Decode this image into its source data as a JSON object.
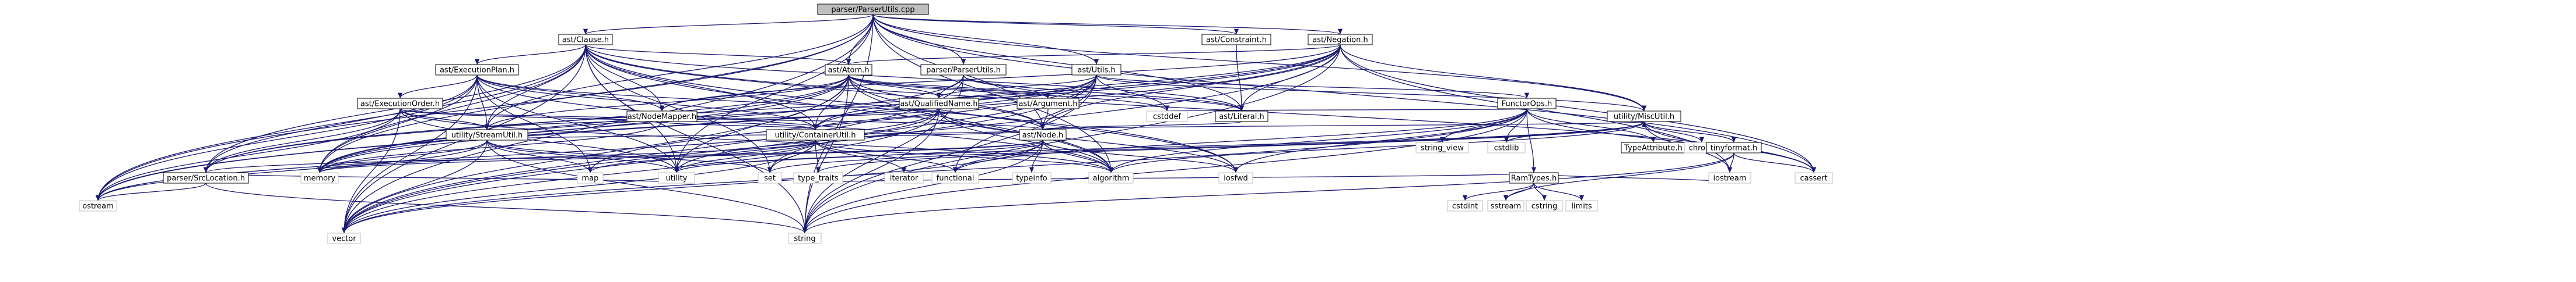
{
  "colors": {
    "root_fill": "#bfbfbf",
    "node_fill": "#ffffff",
    "node_stroke_project": "#000000",
    "node_stroke_system": "#bfbfbf",
    "edge": "#191970"
  },
  "nodes": [
    {
      "id": "root",
      "label": "parser/ParserUtils.cpp",
      "kind": "root"
    },
    {
      "id": "ast_Clause",
      "label": "ast/Clause.h",
      "kind": "project"
    },
    {
      "id": "ast_Constraint",
      "label": "ast/Constraint.h",
      "kind": "project"
    },
    {
      "id": "ast_Negation",
      "label": "ast/Negation.h",
      "kind": "project"
    },
    {
      "id": "ast_ExecutionPlan",
      "label": "ast/ExecutionPlan.h",
      "kind": "project"
    },
    {
      "id": "ast_Atom",
      "label": "ast/Atom.h",
      "kind": "project"
    },
    {
      "id": "parser_ParserUtils",
      "label": "parser/ParserUtils.h",
      "kind": "project"
    },
    {
      "id": "ast_Utils",
      "label": "ast/Utils.h",
      "kind": "project"
    },
    {
      "id": "ast_ExecutionOrder",
      "label": "ast/ExecutionOrder.h",
      "kind": "project"
    },
    {
      "id": "ast_NodeMapper",
      "label": "ast/NodeMapper.h",
      "kind": "project"
    },
    {
      "id": "ast_QualifiedName",
      "label": "ast/QualifiedName.h",
      "kind": "project"
    },
    {
      "id": "ast_Argument",
      "label": "ast/Argument.h",
      "kind": "project"
    },
    {
      "id": "cstddef",
      "label": "cstddef",
      "kind": "system"
    },
    {
      "id": "ast_Literal",
      "label": "ast/Literal.h",
      "kind": "project"
    },
    {
      "id": "FunctorOps",
      "label": "FunctorOps.h",
      "kind": "project"
    },
    {
      "id": "utility_MiscUtil",
      "label": "utility/MiscUtil.h",
      "kind": "project"
    },
    {
      "id": "utility_StreamUtil",
      "label": "utility/StreamUtil.h",
      "kind": "project"
    },
    {
      "id": "utility_ContainerUtil",
      "label": "utility/ContainerUtil.h",
      "kind": "project"
    },
    {
      "id": "ast_Node",
      "label": "ast/Node.h",
      "kind": "project"
    },
    {
      "id": "string_view",
      "label": "string_view",
      "kind": "system"
    },
    {
      "id": "cstdlib",
      "label": "cstdlib",
      "kind": "system"
    },
    {
      "id": "TypeAttribute",
      "label": "TypeAttribute.h",
      "kind": "project"
    },
    {
      "id": "chrono",
      "label": "chrono",
      "kind": "system"
    },
    {
      "id": "tinyformat",
      "label": "tinyformat.h",
      "kind": "project"
    },
    {
      "id": "RamTypes",
      "label": "RamTypes.h",
      "kind": "project"
    },
    {
      "id": "parser_SrcLocation",
      "label": "parser/SrcLocation.h",
      "kind": "project"
    },
    {
      "id": "memory",
      "label": "memory",
      "kind": "system"
    },
    {
      "id": "map",
      "label": "map",
      "kind": "system"
    },
    {
      "id": "utility",
      "label": "utility",
      "kind": "system"
    },
    {
      "id": "set",
      "label": "set",
      "kind": "system"
    },
    {
      "id": "type_traits",
      "label": "type_traits",
      "kind": "system"
    },
    {
      "id": "iterator",
      "label": "iterator",
      "kind": "system"
    },
    {
      "id": "functional",
      "label": "functional",
      "kind": "system"
    },
    {
      "id": "typeinfo",
      "label": "typeinfo",
      "kind": "system"
    },
    {
      "id": "algorithm",
      "label": "algorithm",
      "kind": "system"
    },
    {
      "id": "iosfwd",
      "label": "iosfwd",
      "kind": "system"
    },
    {
      "id": "cstdint",
      "label": "cstdint",
      "kind": "system"
    },
    {
      "id": "sstream",
      "label": "sstream",
      "kind": "system"
    },
    {
      "id": "cstring",
      "label": "cstring",
      "kind": "system"
    },
    {
      "id": "limits",
      "label": "limits",
      "kind": "system"
    },
    {
      "id": "iostream",
      "label": "iostream",
      "kind": "system"
    },
    {
      "id": "cassert",
      "label": "cassert",
      "kind": "system"
    },
    {
      "id": "ostream",
      "label": "ostream",
      "kind": "system"
    },
    {
      "id": "vector",
      "label": "vector",
      "kind": "system"
    },
    {
      "id": "string",
      "label": "string",
      "kind": "system"
    }
  ],
  "edges": [
    [
      "root",
      "ast_Clause"
    ],
    [
      "root",
      "ast_Constraint"
    ],
    [
      "root",
      "ast_Negation"
    ],
    [
      "root",
      "ast_Atom"
    ],
    [
      "root",
      "parser_ParserUtils"
    ],
    [
      "root",
      "ast_Utils"
    ],
    [
      "root",
      "ast_Literal"
    ],
    [
      "root",
      "utility_MiscUtil"
    ],
    [
      "root",
      "utility_StreamUtil"
    ],
    [
      "root",
      "ast_Node"
    ],
    [
      "root",
      "memory"
    ],
    [
      "root",
      "utility"
    ],
    [
      "root",
      "ostream"
    ],
    [
      "root",
      "vector"
    ],
    [
      "root",
      "string"
    ],
    [
      "root",
      "cassert"
    ],
    [
      "root",
      "algorithm"
    ],
    [
      "ast_Clause",
      "ast_ExecutionPlan"
    ],
    [
      "ast_Clause",
      "ast_Atom"
    ],
    [
      "ast_Clause",
      "ast_NodeMapper"
    ],
    [
      "ast_Clause",
      "ast_Literal"
    ],
    [
      "ast_Clause",
      "ast_Node"
    ],
    [
      "ast_Clause",
      "utility_ContainerUtil"
    ],
    [
      "ast_Clause",
      "utility_StreamUtil"
    ],
    [
      "ast_Clause",
      "parser_SrcLocation"
    ],
    [
      "ast_Clause",
      "memory"
    ],
    [
      "ast_Clause",
      "utility"
    ],
    [
      "ast_Clause",
      "ostream"
    ],
    [
      "ast_Clause",
      "vector"
    ],
    [
      "ast_Clause",
      "string"
    ],
    [
      "ast_Clause",
      "algorithm"
    ],
    [
      "ast_Clause",
      "iosfwd"
    ],
    [
      "ast_Clause",
      "cassert"
    ],
    [
      "ast_Clause",
      "set"
    ],
    [
      "ast_Constraint",
      "ast_Literal"
    ],
    [
      "ast_Negation",
      "ast_Atom"
    ],
    [
      "ast_Negation",
      "ast_Literal"
    ],
    [
      "ast_Negation",
      "ast_Node"
    ],
    [
      "ast_Negation",
      "ast_NodeMapper"
    ],
    [
      "ast_Negation",
      "utility_MiscUtil"
    ],
    [
      "ast_Negation",
      "parser_SrcLocation"
    ],
    [
      "ast_Negation",
      "memory"
    ],
    [
      "ast_Negation",
      "ostream"
    ],
    [
      "ast_Negation",
      "string"
    ],
    [
      "ast_Negation",
      "vector"
    ],
    [
      "ast_Negation",
      "utility_ContainerUtil"
    ],
    [
      "ast_Negation",
      "cassert"
    ],
    [
      "ast_Negation",
      "iostream"
    ],
    [
      "ast_ExecutionPlan",
      "ast_ExecutionOrder"
    ],
    [
      "ast_ExecutionPlan",
      "ast_Node"
    ],
    [
      "ast_ExecutionPlan",
      "ast_NodeMapper"
    ],
    [
      "ast_ExecutionPlan",
      "utility_ContainerUtil"
    ],
    [
      "ast_ExecutionPlan",
      "utility_StreamUtil"
    ],
    [
      "ast_ExecutionPlan",
      "parser_SrcLocation"
    ],
    [
      "ast_ExecutionPlan",
      "map"
    ],
    [
      "ast_ExecutionPlan",
      "memory"
    ],
    [
      "ast_ExecutionPlan",
      "utility"
    ],
    [
      "ast_ExecutionPlan",
      "ostream"
    ],
    [
      "ast_ExecutionPlan",
      "vector"
    ],
    [
      "ast_ExecutionPlan",
      "algorithm"
    ],
    [
      "ast_Atom",
      "ast_Argument"
    ],
    [
      "ast_Atom",
      "ast_Literal"
    ],
    [
      "ast_Atom",
      "ast_Node"
    ],
    [
      "ast_Atom",
      "ast_NodeMapper"
    ],
    [
      "ast_Atom",
      "ast_QualifiedName"
    ],
    [
      "ast_Atom",
      "parser_SrcLocation"
    ],
    [
      "ast_Atom",
      "utility_ContainerUtil"
    ],
    [
      "ast_Atom",
      "utility_StreamUtil"
    ],
    [
      "ast_Atom",
      "cstddef"
    ],
    [
      "ast_Atom",
      "memory"
    ],
    [
      "ast_Atom",
      "ostream"
    ],
    [
      "ast_Atom",
      "string"
    ],
    [
      "ast_Atom",
      "utility"
    ],
    [
      "ast_Atom",
      "vector"
    ],
    [
      "ast_Atom",
      "algorithm"
    ],
    [
      "ast_Atom",
      "iosfwd"
    ],
    [
      "parser_ParserUtils",
      "ast_Argument"
    ],
    [
      "parser_ParserUtils",
      "ast_Literal"
    ],
    [
      "parser_ParserUtils",
      "ast_QualifiedName"
    ],
    [
      "parser_ParserUtils",
      "memory"
    ],
    [
      "parser_ParserUtils",
      "vector"
    ],
    [
      "parser_ParserUtils",
      "string"
    ],
    [
      "ast_Utils",
      "ast_QualifiedName"
    ],
    [
      "ast_Utils",
      "FunctorOps"
    ],
    [
      "ast_Utils",
      "utility_MiscUtil"
    ],
    [
      "ast_Utils",
      "cstddef"
    ],
    [
      "ast_Utils",
      "map"
    ],
    [
      "ast_Utils",
      "memory"
    ],
    [
      "ast_Utils",
      "set"
    ],
    [
      "ast_Utils",
      "string"
    ],
    [
      "ast_Utils",
      "utility_ContainerUtil"
    ],
    [
      "ast_Utils",
      "vector"
    ],
    [
      "ast_Utils",
      "functional"
    ],
    [
      "ast_ExecutionOrder",
      "ast_Node"
    ],
    [
      "ast_ExecutionOrder",
      "utility_ContainerUtil"
    ],
    [
      "ast_ExecutionOrder",
      "utility_StreamUtil"
    ],
    [
      "ast_ExecutionOrder",
      "parser_SrcLocation"
    ],
    [
      "ast_ExecutionOrder",
      "ostream"
    ],
    [
      "ast_ExecutionOrder",
      "utility"
    ],
    [
      "ast_ExecutionOrder",
      "vector"
    ],
    [
      "ast_ExecutionOrder",
      "algorithm"
    ],
    [
      "ast_NodeMapper",
      "memory"
    ],
    [
      "ast_NodeMapper",
      "utility_ContainerUtil"
    ],
    [
      "ast_QualifiedName",
      "utility_ContainerUtil"
    ],
    [
      "ast_QualifiedName",
      "utility_StreamUtil"
    ],
    [
      "ast_QualifiedName",
      "algorithm"
    ],
    [
      "ast_QualifiedName",
      "iosfwd"
    ],
    [
      "ast_QualifiedName",
      "ostream"
    ],
    [
      "ast_QualifiedName",
      "string"
    ],
    [
      "ast_QualifiedName",
      "utility"
    ],
    [
      "ast_QualifiedName",
      "vector"
    ],
    [
      "ast_Argument",
      "ast_Node"
    ],
    [
      "ast_Literal",
      "ast_Node"
    ],
    [
      "FunctorOps",
      "TypeAttribute"
    ],
    [
      "FunctorOps",
      "RamTypes"
    ],
    [
      "FunctorOps",
      "string_view"
    ],
    [
      "FunctorOps",
      "cstdlib"
    ],
    [
      "FunctorOps",
      "cassert"
    ],
    [
      "FunctorOps",
      "cstddef"
    ],
    [
      "FunctorOps",
      "functional"
    ],
    [
      "FunctorOps",
      "iosfwd"
    ],
    [
      "FunctorOps",
      "string"
    ],
    [
      "FunctorOps",
      "vector"
    ],
    [
      "FunctorOps",
      "algorithm"
    ],
    [
      "utility_MiscUtil",
      "tinyformat"
    ],
    [
      "utility_MiscUtil",
      "cassert"
    ],
    [
      "utility_MiscUtil",
      "chrono"
    ],
    [
      "utility_MiscUtil",
      "cstdlib"
    ],
    [
      "utility_MiscUtil",
      "iostream"
    ],
    [
      "utility_MiscUtil",
      "utility"
    ],
    [
      "utility_MiscUtil",
      "algorithm"
    ],
    [
      "utility_MiscUtil",
      "type_traits"
    ],
    [
      "utility_MiscUtil",
      "set"
    ],
    [
      "utility_StreamUtil",
      "map"
    ],
    [
      "utility_StreamUtil",
      "memory"
    ],
    [
      "utility_StreamUtil",
      "ostream"
    ],
    [
      "utility_StreamUtil",
      "set"
    ],
    [
      "utility_StreamUtil",
      "string"
    ],
    [
      "utility_StreamUtil",
      "utility"
    ],
    [
      "utility_StreamUtil",
      "vector"
    ],
    [
      "utility_ContainerUtil",
      "algorithm"
    ],
    [
      "utility_ContainerUtil",
      "functional"
    ],
    [
      "utility_ContainerUtil",
      "iterator"
    ],
    [
      "utility_ContainerUtil",
      "map"
    ],
    [
      "utility_ContainerUtil",
      "memory"
    ],
    [
      "utility_ContainerUtil",
      "set"
    ],
    [
      "utility_ContainerUtil",
      "type_traits"
    ],
    [
      "utility_ContainerUtil",
      "utility"
    ],
    [
      "utility_ContainerUtil",
      "vector"
    ],
    [
      "ast_Node",
      "parser_SrcLocation"
    ],
    [
      "ast_Node",
      "utility_ContainerUtil"
    ],
    [
      "ast_Node",
      "utility_MiscUtil"
    ],
    [
      "ast_Node",
      "utility_StreamUtil"
    ],
    [
      "ast_Node",
      "typeinfo"
    ],
    [
      "ast_Node",
      "algorithm"
    ],
    [
      "ast_Node",
      "functional"
    ],
    [
      "ast_Node",
      "iosfwd"
    ],
    [
      "ast_Node",
      "memory"
    ],
    [
      "ast_Node",
      "string"
    ],
    [
      "ast_Node",
      "utility"
    ],
    [
      "ast_Node",
      "vector"
    ],
    [
      "tinyformat",
      "cassert"
    ],
    [
      "tinyformat",
      "iostream"
    ],
    [
      "tinyformat",
      "sstream"
    ],
    [
      "tinyformat",
      "string"
    ],
    [
      "RamTypes",
      "cstdint"
    ],
    [
      "RamTypes",
      "cstring"
    ],
    [
      "RamTypes",
      "iostream"
    ],
    [
      "RamTypes",
      "limits"
    ],
    [
      "RamTypes",
      "type_traits"
    ],
    [
      "RamTypes",
      "sstream"
    ],
    [
      "parser_SrcLocation",
      "ostream"
    ],
    [
      "parser_SrcLocation",
      "string"
    ],
    [
      "parser_SrcLocation",
      "utility"
    ]
  ]
}
